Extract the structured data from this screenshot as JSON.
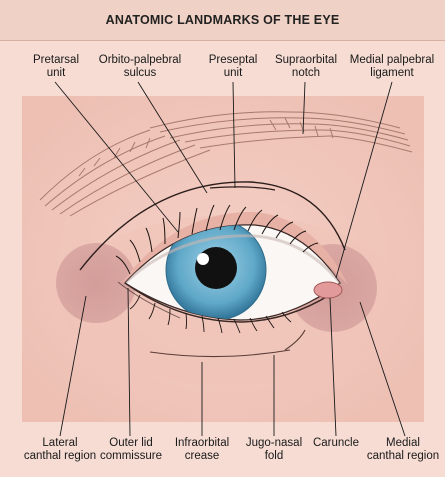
{
  "title": "ANATOMIC LANDMARKS OF THE EYE",
  "labels": {
    "pretarsal_unit": [
      "Pretarsal",
      "unit"
    ],
    "orbito_palpebral_sulcus": [
      "Orbito-palpebral",
      "sulcus"
    ],
    "preseptal_unit": [
      "Preseptal",
      "unit"
    ],
    "supraorbital_notch": [
      "Supraorbital",
      "notch"
    ],
    "medial_palpebral_ligament": [
      "Medial palpebral",
      "ligament"
    ],
    "lateral_canthal_region": [
      "Lateral",
      "canthal region"
    ],
    "outer_lid_commissure": [
      "Outer lid",
      "commissure"
    ],
    "infraorbital_crease": [
      "Infraorbital",
      "crease"
    ],
    "jugo_nasal_fold": [
      "Jugo-nasal",
      "fold"
    ],
    "caruncle": [
      "Caruncle"
    ],
    "medial_canthal_region": [
      "Medial",
      "canthal region"
    ]
  },
  "colors": {
    "skin": "#f2c9bf",
    "background": "#f6dcd3",
    "iris": "#5fa8c8",
    "pupil": "#111111",
    "canthal_region": "#c98f8f",
    "caruncle": "#e39a9a"
  }
}
